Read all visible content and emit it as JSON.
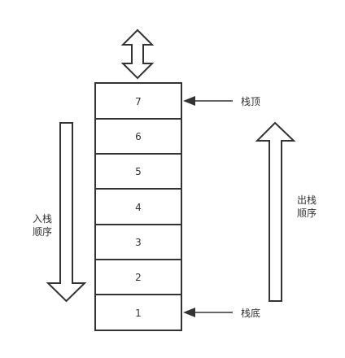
{
  "stack": {
    "cells": [
      "7",
      "6",
      "5",
      "4",
      "3",
      "2",
      "1"
    ]
  },
  "labels": {
    "top": "栈顶",
    "bottom": "栈底",
    "push_line1": "入栈",
    "push_line2": "顺序",
    "pop_line1": "出栈",
    "pop_line2": "顺序"
  },
  "colors": {
    "stroke": "#333333",
    "text": "#333333",
    "background": "#ffffff"
  }
}
